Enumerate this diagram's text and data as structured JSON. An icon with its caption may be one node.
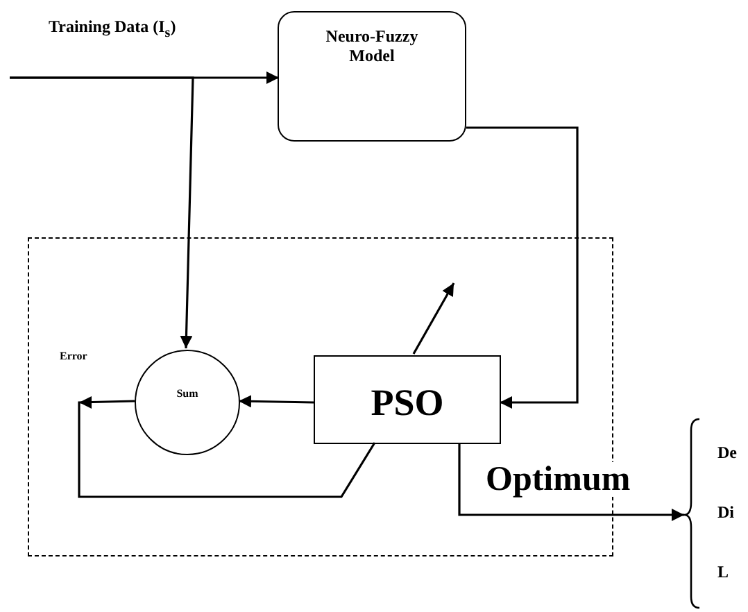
{
  "diagram": {
    "nodes": [
      {
        "text": [],
        "shape": "box"
      },
      {
        "text": [
          "Neuro-Fuzzy Model"
        ]
      },
      {
        "text": [
          "Sum"
        ],
        "in": 0
      },
      {
        "text": [
          "PSO"
        ],
        "in": 0
      },
      {
        "text": [
          "De",
          "Di",
          "L"
        ]
      }
    ],
    "edges": [
      {
        "from": null,
        "to": 1,
        "arrow": "to",
        "label": "Training Data (I$_{s}$)"
      },
      {
        "from": null,
        "to": 2,
        "arrow": "to"
      },
      {
        "from": 1,
        "to": 3,
        "arrow": "to"
      },
      {
        "from": 3,
        "to": 2,
        "arrow": "to"
      },
      {
        "from": 2,
        "to": 3,
        "arrow": "to",
        "label": "Error"
      },
      {
        "from": 3,
        "to": null,
        "arrow": "to"
      },
      {
        "from": 3,
        "to": 4,
        "arrow": "to",
        "label": "Optimum"
      }
    ]
  }
}
